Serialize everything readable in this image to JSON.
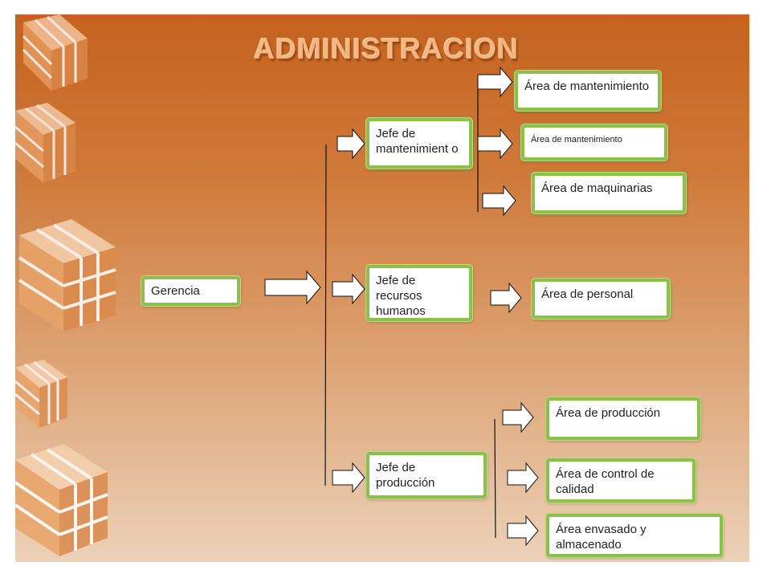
{
  "title": "ADMINISTRACION",
  "nodes": {
    "gerencia": "Gerencia",
    "jefe_mantenimiento": "Jefe de mantenimient o",
    "jefe_rrhh": "Jefe de recursos humanos",
    "jefe_produccion": "Jefe de producción",
    "area_mantenimiento_1": "Área de mantenimiento",
    "area_mantenimiento_2": "Área de mantenimiento",
    "area_maquinarias": "Área de maquinarias",
    "area_personal": "Área de personal",
    "area_produccion": "Área de producción",
    "area_control_calidad": "Área de control de calidad",
    "area_envasado": "Área  envasado y almacenado"
  },
  "colors": {
    "box_border": "#8cc04b",
    "background_top": "#c5621e",
    "background_bottom": "#ecd1b8",
    "title": "#f4b680"
  }
}
